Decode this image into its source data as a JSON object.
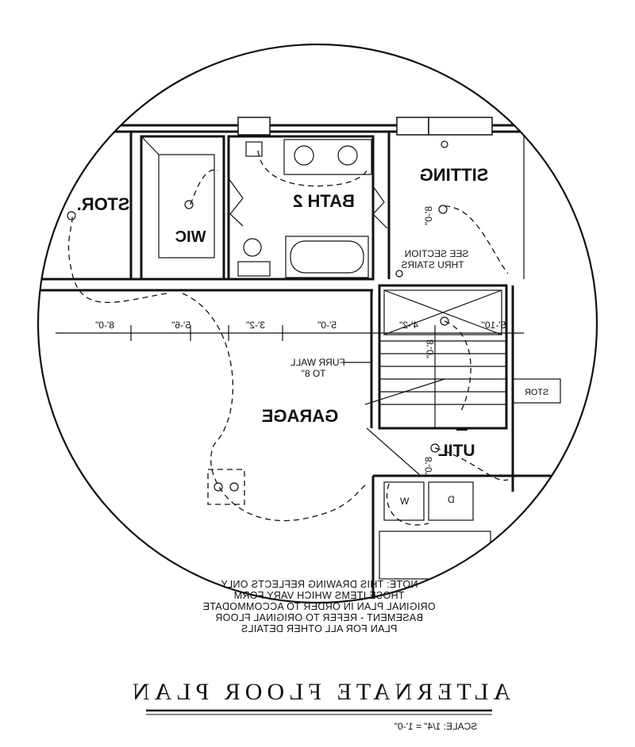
{
  "rooms": {
    "sitting": "SITTING",
    "bath": "BATH 2",
    "stor_left": "STOR.",
    "wic": "WIC",
    "garage": "GARAGE",
    "util": "UTIL",
    "stor_small": "STOR",
    "washer": "W",
    "dryer": "D"
  },
  "annotations": {
    "see_section_line1": "SEE SECTION",
    "see_section_line2": "THRU STAIRS",
    "furr_wall_line1": "FURR WALL",
    "furr_wall_line2": "TO 8\"",
    "ceiling_height": "8'-0\"",
    "stairs_height": "8'-0\"",
    "util_height": "8'-0\""
  },
  "dimensions": [
    "8'-0\"",
    "5'-6\"",
    "3'-2\"",
    "5'-0\"",
    "4'-2\"",
    "5'-10\""
  ],
  "note_lines": [
    "NOTE: THIS DRAWING REFLECTS ONLY",
    "THOSE ITEMS WHICH VARY FORM",
    "ORIGINAL PLAN IN ORDER TO ACCOMMODATE",
    "BASEMENT - REFER TO ORIGINAL FLOOR",
    "PLAN FOR ALL OTHER DETAILS"
  ],
  "title": "ALTERNATE FLOOR PLAN",
  "scale": "SCALE: 1/4\" = 1'-0\""
}
